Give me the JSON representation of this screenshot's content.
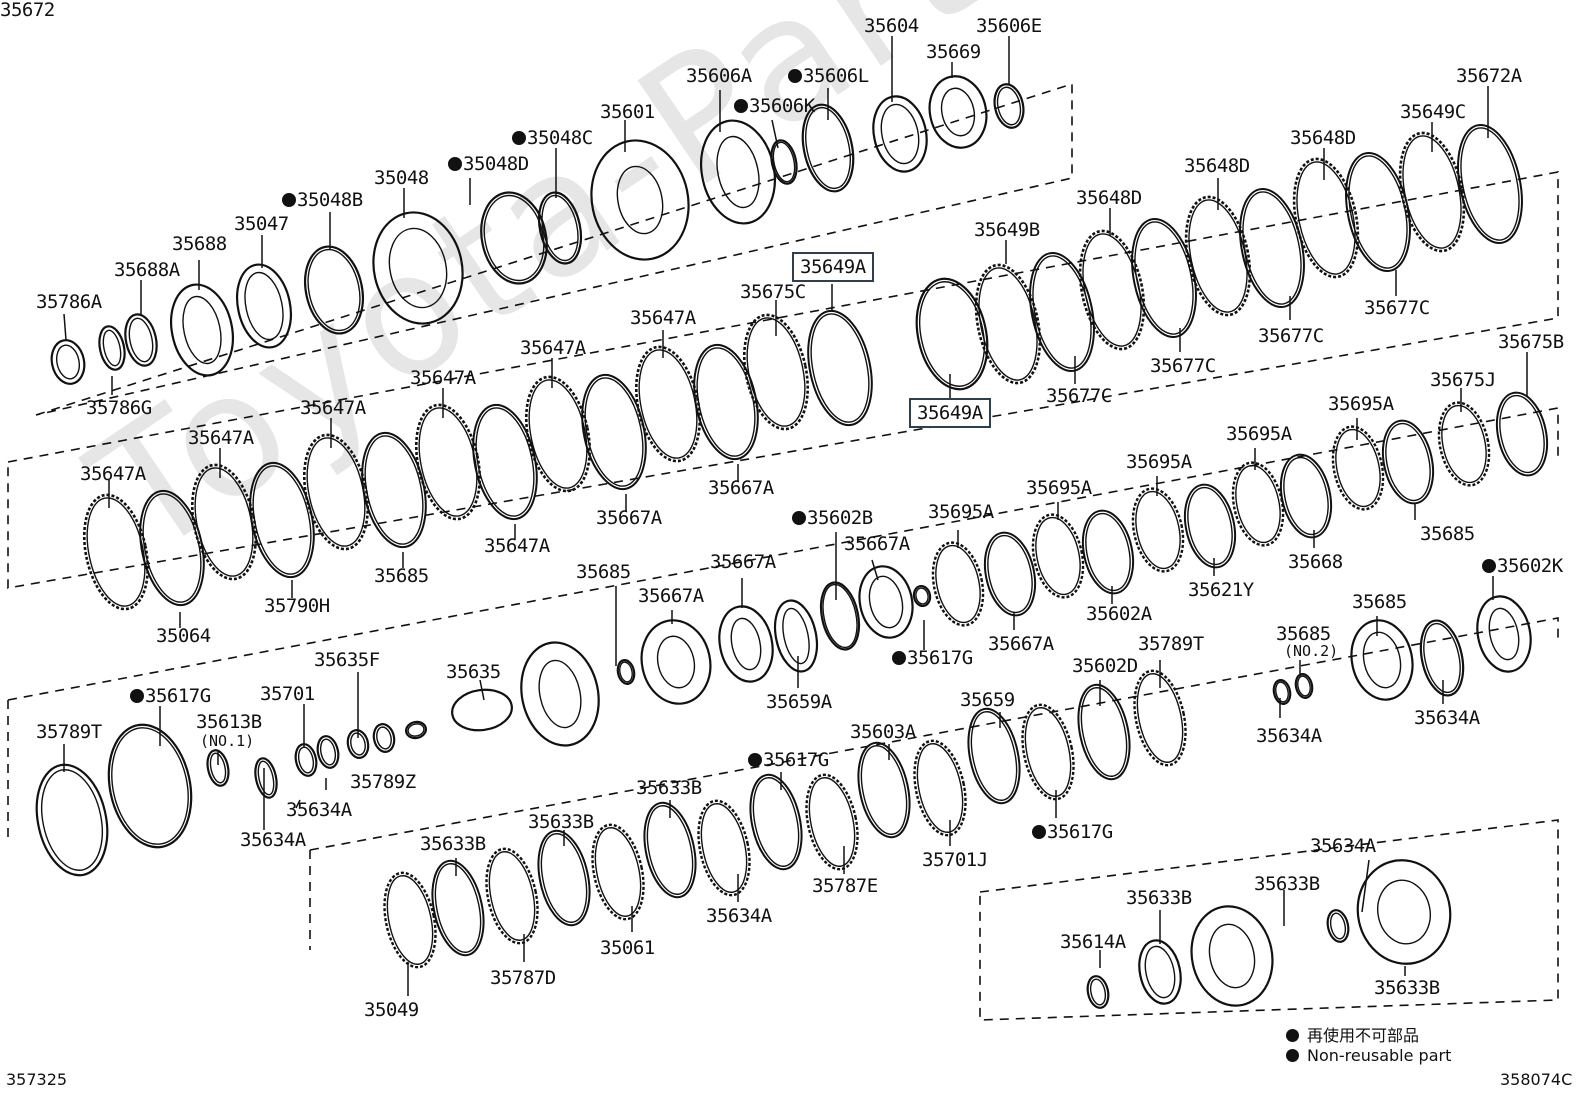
{
  "watermark": "Toyota-Parts.ru",
  "footer": {
    "left_code": "357325",
    "right_code": "358074C"
  },
  "legend": {
    "line1": "再使用不可部品",
    "line2": "Non-reusable part"
  },
  "labels": [
    {
      "text": "35604",
      "nr": false,
      "boxed": false
    },
    {
      "text": "35606E",
      "nr": false,
      "boxed": false
    },
    {
      "text": "35669",
      "nr": false,
      "boxed": false
    },
    {
      "text": "35606A",
      "nr": false,
      "boxed": false
    },
    {
      "text": "35606L",
      "nr": true,
      "boxed": false
    },
    {
      "text": "35672A",
      "nr": false,
      "boxed": false
    },
    {
      "text": "35606K",
      "nr": true,
      "boxed": false
    },
    {
      "text": "35601",
      "nr": false,
      "boxed": false
    },
    {
      "text": "35649C",
      "nr": false,
      "boxed": false
    },
    {
      "text": "35048C",
      "nr": true,
      "boxed": false
    },
    {
      "text": "35648D",
      "nr": false,
      "boxed": false
    },
    {
      "text": "35048D",
      "nr": true,
      "boxed": false
    },
    {
      "text": "35648D",
      "nr": false,
      "boxed": false
    },
    {
      "text": "35048",
      "nr": false,
      "boxed": false
    },
    {
      "text": "35648D",
      "nr": false,
      "boxed": false
    },
    {
      "text": "35048B",
      "nr": true,
      "boxed": false
    },
    {
      "text": "35047",
      "nr": false,
      "boxed": false
    },
    {
      "text": "35649B",
      "nr": false,
      "boxed": false
    },
    {
      "text": "35688",
      "nr": false,
      "boxed": false
    },
    {
      "text": "35649A",
      "nr": false,
      "boxed": true
    },
    {
      "text": "35688A",
      "nr": false,
      "boxed": false
    },
    {
      "text": "35675C",
      "nr": false,
      "boxed": false
    },
    {
      "text": "35786A",
      "nr": false,
      "boxed": false
    },
    {
      "text": "35677C",
      "nr": false,
      "boxed": false
    },
    {
      "text": "35677C",
      "nr": false,
      "boxed": false
    },
    {
      "text": "35647A",
      "nr": false,
      "boxed": false
    },
    {
      "text": "35675B",
      "nr": false,
      "boxed": false
    },
    {
      "text": "35677C",
      "nr": false,
      "boxed": false
    },
    {
      "text": "35786G",
      "nr": false,
      "boxed": false
    },
    {
      "text": "35647A",
      "nr": false,
      "boxed": false
    },
    {
      "text": "35677C",
      "nr": false,
      "boxed": false
    },
    {
      "text": "35675J",
      "nr": false,
      "boxed": false
    },
    {
      "text": "35647A",
      "nr": false,
      "boxed": false
    },
    {
      "text": "35649A",
      "nr": false,
      "boxed": true
    },
    {
      "text": "35695A",
      "nr": false,
      "boxed": false
    },
    {
      "text": "35647A",
      "nr": false,
      "boxed": false
    },
    {
      "text": "35695A",
      "nr": false,
      "boxed": false
    },
    {
      "text": "35647A",
      "nr": false,
      "boxed": false
    },
    {
      "text": "35695A",
      "nr": false,
      "boxed": false
    },
    {
      "text": "35667A",
      "nr": false,
      "boxed": false
    },
    {
      "text": "35647A",
      "nr": false,
      "boxed": false
    },
    {
      "text": "35695A",
      "nr": false,
      "boxed": false
    },
    {
      "text": "35667A",
      "nr": false,
      "boxed": false
    },
    {
      "text": "35602B",
      "nr": true,
      "boxed": false
    },
    {
      "text": "35695A",
      "nr": false,
      "boxed": false
    },
    {
      "text": "35685",
      "nr": false,
      "boxed": false
    },
    {
      "text": "35647A",
      "nr": false,
      "boxed": false
    },
    {
      "text": "35667A",
      "nr": false,
      "boxed": false
    },
    {
      "text": "35668",
      "nr": false,
      "boxed": false
    },
    {
      "text": "35685",
      "nr": false,
      "boxed": false
    },
    {
      "text": "35667A",
      "nr": false,
      "boxed": false
    },
    {
      "text": "35621Y",
      "nr": false,
      "boxed": false
    },
    {
      "text": "35685",
      "nr": false,
      "boxed": false
    },
    {
      "text": "35602K",
      "nr": true,
      "boxed": false
    },
    {
      "text": "35790H",
      "nr": false,
      "boxed": false
    },
    {
      "text": "35667A",
      "nr": false,
      "boxed": false
    },
    {
      "text": "35602A",
      "nr": false,
      "boxed": false
    },
    {
      "text": "35685",
      "nr": false,
      "boxed": false
    },
    {
      "text": "35064",
      "nr": false,
      "boxed": false
    },
    {
      "text": "35667A",
      "nr": false,
      "boxed": false
    },
    {
      "text": "35685",
      "nr": false,
      "boxed": false
    },
    {
      "text": "35789T",
      "nr": false,
      "boxed": false
    },
    {
      "text": "35635F",
      "nr": false,
      "boxed": false
    },
    {
      "text": "35617G",
      "nr": true,
      "boxed": false
    },
    {
      "text": "35602D",
      "nr": false,
      "boxed": false
    },
    {
      "text": "35635",
      "nr": false,
      "boxed": false
    },
    {
      "text": "35701",
      "nr": false,
      "boxed": false
    },
    {
      "text": "35617G",
      "nr": true,
      "boxed": false
    },
    {
      "text": "35659A",
      "nr": false,
      "boxed": false
    },
    {
      "text": "35603A",
      "nr": false,
      "boxed": false
    },
    {
      "text": "35634A",
      "nr": false,
      "boxed": false
    },
    {
      "text": "35613B",
      "nr": false,
      "boxed": false
    },
    {
      "text": "35789T",
      "nr": false,
      "boxed": false
    },
    {
      "text": "35659",
      "nr": false,
      "boxed": false
    },
    {
      "text": "35634A",
      "nr": false,
      "boxed": false
    },
    {
      "text": "35789Z",
      "nr": false,
      "boxed": false
    },
    {
      "text": "35617G",
      "nr": true,
      "boxed": false
    },
    {
      "text": "35634A",
      "nr": false,
      "boxed": false
    },
    {
      "text": "35617G",
      "nr": true,
      "boxed": false
    },
    {
      "text": "35633B",
      "nr": false,
      "boxed": false
    },
    {
      "text": "35634A",
      "nr": false,
      "boxed": false
    },
    {
      "text": "35701J",
      "nr": false,
      "boxed": false
    },
    {
      "text": "35633B",
      "nr": false,
      "boxed": false
    },
    {
      "text": "35634A",
      "nr": false,
      "boxed": false
    },
    {
      "text": "35787E",
      "nr": false,
      "boxed": false
    },
    {
      "text": "35633B",
      "nr": false,
      "boxed": false
    },
    {
      "text": "35634A",
      "nr": false,
      "boxed": false
    },
    {
      "text": "35633B",
      "nr": false,
      "boxed": false
    },
    {
      "text": "35061",
      "nr": false,
      "boxed": false
    },
    {
      "text": "35633B",
      "nr": false,
      "boxed": false
    },
    {
      "text": "35614A",
      "nr": false,
      "boxed": false
    },
    {
      "text": "35787D",
      "nr": false,
      "boxed": false
    },
    {
      "text": "35633B",
      "nr": false,
      "boxed": false
    },
    {
      "text": "35049",
      "nr": false,
      "boxed": false
    },
    {
      "text": "35672",
      "nr": false,
      "boxed": false
    }
  ],
  "sublabels": [
    "(NO.2)",
    "(NO.1)"
  ]
}
